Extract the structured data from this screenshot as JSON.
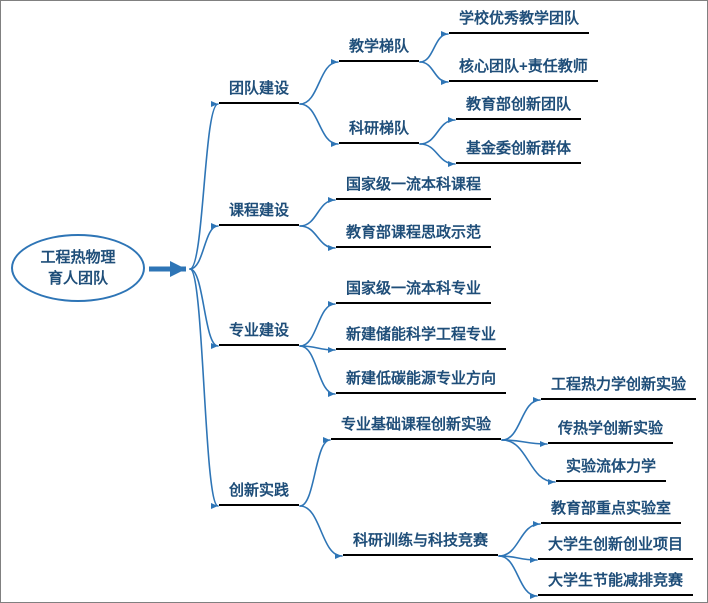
{
  "colors": {
    "connector": "#2E75B6",
    "node_text": "#1F4E79",
    "underline": "#000000",
    "root_border": "#2E75B6",
    "canvas_border": "#808080",
    "background": "#FFFFFF"
  },
  "mindmap": {
    "root": {
      "line1": "工程热物理",
      "line2": "育人团队"
    },
    "branches": [
      {
        "label": "团队建设",
        "children": [
          {
            "label": "教学梯队",
            "children": [
              {
                "label": "学校优秀教学团队"
              },
              {
                "label": "核心团队+责任教师"
              }
            ]
          },
          {
            "label": "科研梯队",
            "children": [
              {
                "label": "教育部创新团队"
              },
              {
                "label": "基金委创新群体"
              }
            ]
          }
        ]
      },
      {
        "label": "课程建设",
        "children": [
          {
            "label": "国家级一流本科课程"
          },
          {
            "label": "教育部课程思政示范"
          }
        ]
      },
      {
        "label": "专业建设",
        "children": [
          {
            "label": "国家级一流本科专业"
          },
          {
            "label": "新建储能科学工程专业"
          },
          {
            "label": "新建低碳能源专业方向"
          }
        ]
      },
      {
        "label": "创新实践",
        "children": [
          {
            "label": "专业基础课程创新实验",
            "children": [
              {
                "label": "工程热力学创新实验"
              },
              {
                "label": "传热学创新实验"
              },
              {
                "label": "实验流体力学"
              }
            ]
          },
          {
            "label": "科研训练与科技竞赛",
            "children": [
              {
                "label": "教育部重点实验室"
              },
              {
                "label": "大学生创新创业项目"
              },
              {
                "label": "大学生节能减排竞赛"
              }
            ]
          }
        ]
      }
    ]
  }
}
